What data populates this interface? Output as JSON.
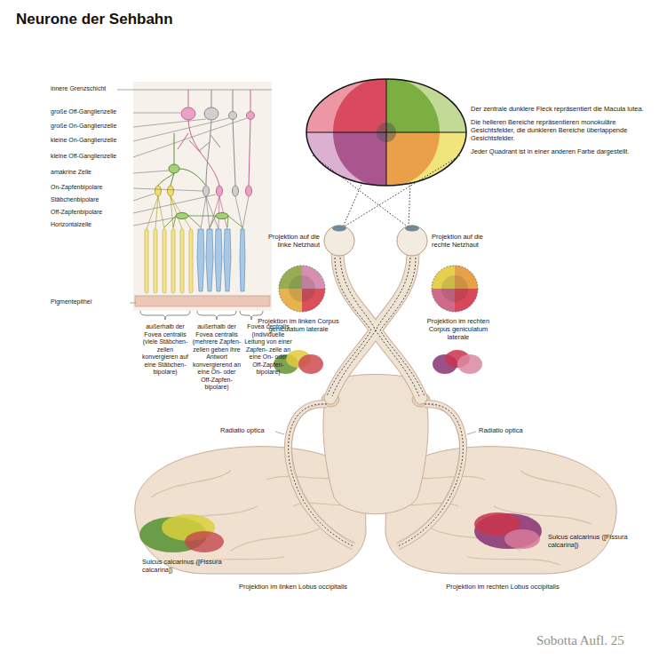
{
  "diagram": {
    "title": "Neurone der Sehbahn",
    "labels": [
      "innere Grenzschicht",
      "große Off-Ganglienzelle",
      "große On-Ganglienzelle",
      "kleine On-Ganglienzelle",
      "kleine Off-Ganglienzelle",
      "amakrine Zelle",
      "On-Zapfenbipolare",
      "Stäbchenbipolare",
      "Off-Zapfenbipolare",
      "Horizontalzelle",
      "Pigmentepithel",
      "außerhalb der Fovea centralis (viele Stäbchen- zellen konvergieren auf eine Stäbchen- bipolare)",
      "außerhalb der Fovea centralis (mehrere Zapfen- zellen geben ihre Antwort konvergierend an eine On- oder Off-Zapfen- bipolare)",
      "Fovea centralis (individuelle Leitung von einer Zapfen- zelle an eine On- oder Off-Zapfen- bipolare)",
      "Der zentrale dunklere Fleck repräsentiert die Macula lutea.",
      "Die helleren Bereiche repräsentieren monokuläre Gesichtsfelder, die dunkleren Bereiche überlappende Gesichtsfelder.",
      "Jeder Quadrant ist in einer anderen Farbe dargestellt.",
      "Projektion auf die linke Netzhaut",
      "Projektion auf die rechte Netzhaut",
      "Projektion im linken Corpus geniculatum laterale",
      "Projektion im rechten Corpus geniculatum laterale",
      "Radiatio optica",
      "Radiatio optica",
      "Sulcus calcarinus ([Fissura calcarina])",
      "Sulcus calcarinus ([Fissura calcarina])",
      "Projektion im linken Lobus occipitalis",
      "Projektion im rechten Lobus occipitalis",
      "Sobotta Aufl. 25"
    ]
  }
}
